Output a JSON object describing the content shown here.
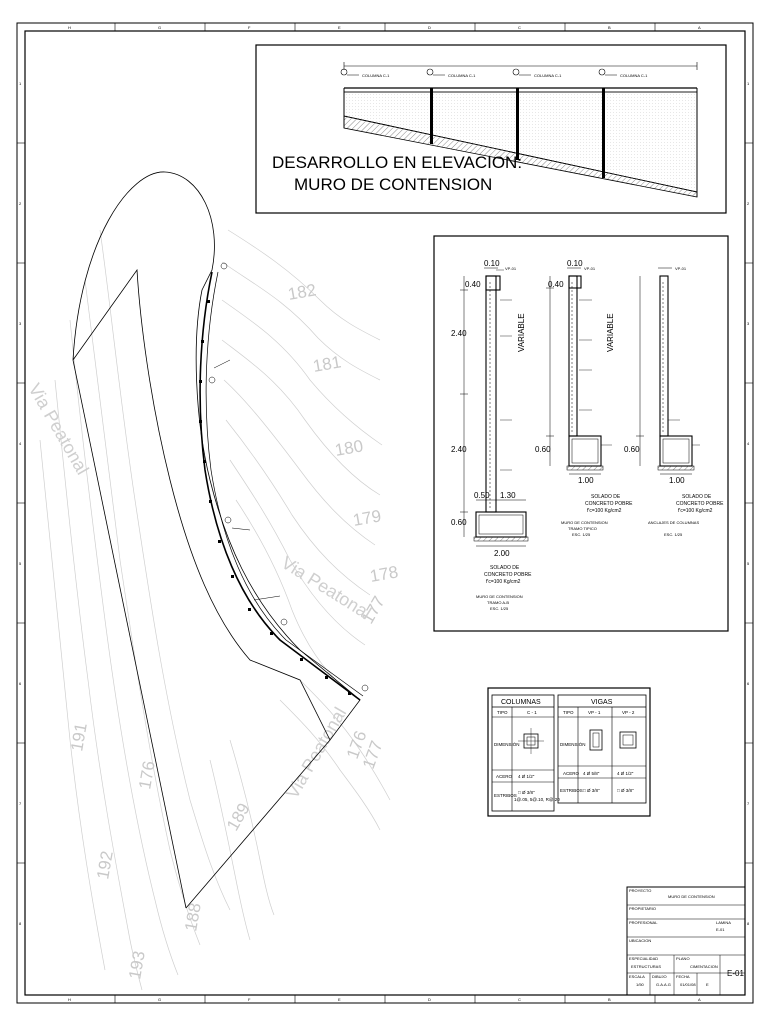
{
  "grid": {
    "top_cols": [
      "H",
      "G",
      "F",
      "E",
      "D",
      "C",
      "B",
      "A"
    ],
    "bottom_cols": [
      "H",
      "G",
      "F",
      "E",
      "D",
      "C",
      "B",
      "A"
    ],
    "side_rows": [
      "1",
      "2",
      "3",
      "4",
      "5",
      "6",
      "7",
      "8"
    ]
  },
  "elevation": {
    "title_line1": "DESARROLLO EN ELEVACION:",
    "title_line2": "MURO DE CONTENSION",
    "column_tag": "COLUMNA C-1"
  },
  "sections": {
    "s1": {
      "dims": [
        "0.10",
        "0.40",
        "2.40",
        "2.40",
        "0.60",
        "0.50",
        "1.30",
        "2.00"
      ],
      "tag": "VP-01",
      "subgrade_l1": "SOLADO DE",
      "subgrade_l2": "CONCRETO POBRE",
      "subgrade_l3": "f'c=100 Kg/cm2",
      "caption_l1": "MURO DE CONTENSION",
      "caption_l2": "TRAMO A-B",
      "scale": "ESC. 1/25"
    },
    "s2": {
      "dims": [
        "0.10",
        "0.40",
        "0.60",
        "1.00"
      ],
      "tag": "VP-01",
      "variable": "VARIABLE",
      "subgrade_l1": "SOLADO DE",
      "subgrade_l2": "CONCRETO POBRE",
      "subgrade_l3": "f'c=100 Kg/cm2",
      "caption_l1": "MURO DE CONTENSION",
      "caption_l2": "TRAMO TIPICO",
      "scale": "ESC. 1/25"
    },
    "s3": {
      "dims": [
        "0.60",
        "1.00"
      ],
      "tag": "VP-01",
      "variable": "VARIABLE",
      "subgrade_l1": "SOLADO DE",
      "subgrade_l2": "CONCRETO POBRE",
      "subgrade_l3": "f'c=100 Kg/cm2",
      "caption_l1": "ANCLAJES DE COLUMNAS",
      "scale": "ESC. 1/25"
    }
  },
  "plan": {
    "street_1": "Via Peatonal",
    "street_2": "Via Peatonal",
    "contours": [
      "182",
      "181",
      "180",
      "179",
      "178",
      "177",
      "176",
      "191",
      "192",
      "193",
      "189",
      "188"
    ]
  },
  "tables": {
    "columns": {
      "title": "COLUMNAS",
      "col_tipo": "TIPO",
      "col_c1": "C - 1",
      "row_dim": "DIMENSIÓN",
      "row_acero": "ACERO",
      "acero_val": "4 Ø 1/2\"",
      "estribos_label": "ESTRIBOS",
      "estribos_val_1": "□ Ø 3/8\"",
      "estribos_val_2": "1@.05, 5@.10, R@.20"
    },
    "beams": {
      "title": "VIGAS",
      "col_tipo": "TIPO",
      "col_vp1": "VP - 1",
      "col_vp2": "VP - 2",
      "row_dim": "DIMENSIÓN",
      "row_acero": "ACERO",
      "acero_vp1": "4 Ø 5/8\"",
      "acero_vp2": "4 Ø 1/2\"",
      "estribos_label": "ESTRIBOS",
      "estribos_vp1": "□ Ø 3/8\"",
      "estribos_vp2": "□ Ø 3/8\""
    }
  },
  "titleblock": {
    "project_label": "PROYECTO",
    "project": "MURO DE CONTENSION",
    "owner_label": "PROPIETARIO",
    "location_label": "UBICACION",
    "profession_label": "PROFESIONAL",
    "lamina_label": "LAMINA",
    "lamina": "E-01",
    "specialty_label": "ESPECIALIDAD",
    "specialty": "ESTRUCTURAS",
    "plan_label": "PLANO",
    "plan": "CIMENTACION",
    "scale_label": "ESCALA",
    "scale": "1/50",
    "drawn_label": "DIBUJO",
    "drawn": "G.A.A.G",
    "date_label": "FECHA",
    "date": "01/01/08",
    "sheet_no": "E"
  }
}
